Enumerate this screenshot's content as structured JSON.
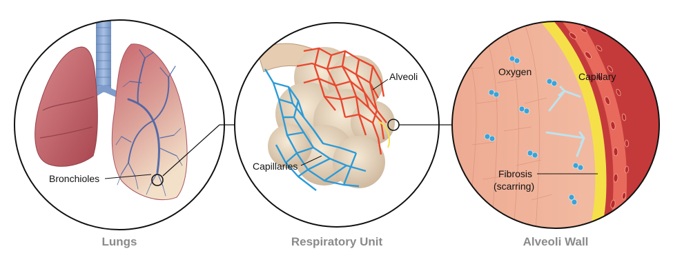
{
  "panels": [
    {
      "caption": "Lungs",
      "labels": {
        "bronchioles": "Bronchioles"
      }
    },
    {
      "caption": "Respiratory Unit",
      "labels": {
        "alveoli": "Alveoli",
        "capillaries": "Capillaries"
      }
    },
    {
      "caption": "Alveoli Wall",
      "labels": {
        "oxygen": "Oxygen",
        "capillary": "Capillary",
        "fibrosis_1": "Fibrosis",
        "fibrosis_2": "(scarring)"
      }
    }
  ],
  "colors": {
    "lung_dark": "#c0636a",
    "lung_light": "#dca39a",
    "artery_red": "#e8472e",
    "vein_blue": "#2b9bd8",
    "tissue": "#f0b39a",
    "capillary_wall": "#f5e04a",
    "oxygen": "#3aa3d8",
    "caption_gray": "#8a8a8a"
  }
}
